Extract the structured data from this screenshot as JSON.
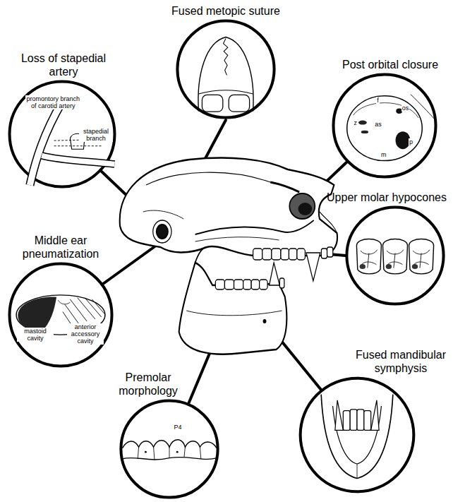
{
  "diagram": {
    "nodes": [
      {
        "text": [
          "Fused metopic suture"
        ]
      },
      {
        "text": [
          "Loss of stapedial artery",
          "promontory branch of carotid artery",
          "stapedial branch"
        ]
      },
      {
        "text": [
          "Post orbital closure",
          "f",
          "os",
          "z",
          "as",
          "p",
          "m"
        ]
      },
      {
        "text": [
          "Upper molar hypocones"
        ]
      },
      {
        "text": [
          "Middle ear pneumatization",
          "mastoid cavity",
          "anterior accessory cavity"
        ]
      },
      {
        "text": [
          "Premolar morphology",
          "P4"
        ]
      },
      {
        "text": [
          "Fused mandibular symphysis"
        ]
      }
    ]
  }
}
